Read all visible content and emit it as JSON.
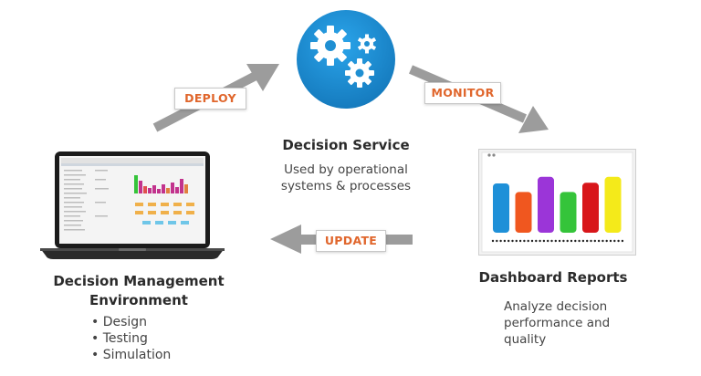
{
  "arrows": {
    "deploy_label": "DEPLOY",
    "monitor_label": "MONITOR",
    "update_label": "UPDATE",
    "arrow_color": "#999999",
    "label_color": "#e0662c"
  },
  "decision_service": {
    "icon": "gears-icon",
    "circle_color": "#1f92d6",
    "title": "Decision Service",
    "description": "Used by operational systems & processes"
  },
  "decision_management": {
    "icon": "laptop-icon",
    "title": "Decision Management Environment",
    "items": [
      "Design",
      "Testing",
      "Simulation"
    ]
  },
  "dashboard": {
    "icon": "bar-chart-icon",
    "title": "Dashboard Reports",
    "description": "Analyze decision performance and quality",
    "bars": [
      {
        "color": "#1e90d8",
        "level": 0.75
      },
      {
        "color": "#f0571f",
        "level": 0.62
      },
      {
        "color": "#9b35d8",
        "level": 0.85
      },
      {
        "color": "#35c43a",
        "level": 0.62
      },
      {
        "color": "#d8161a",
        "level": 0.76
      },
      {
        "color": "#f4ea1a",
        "level": 0.85
      }
    ]
  }
}
